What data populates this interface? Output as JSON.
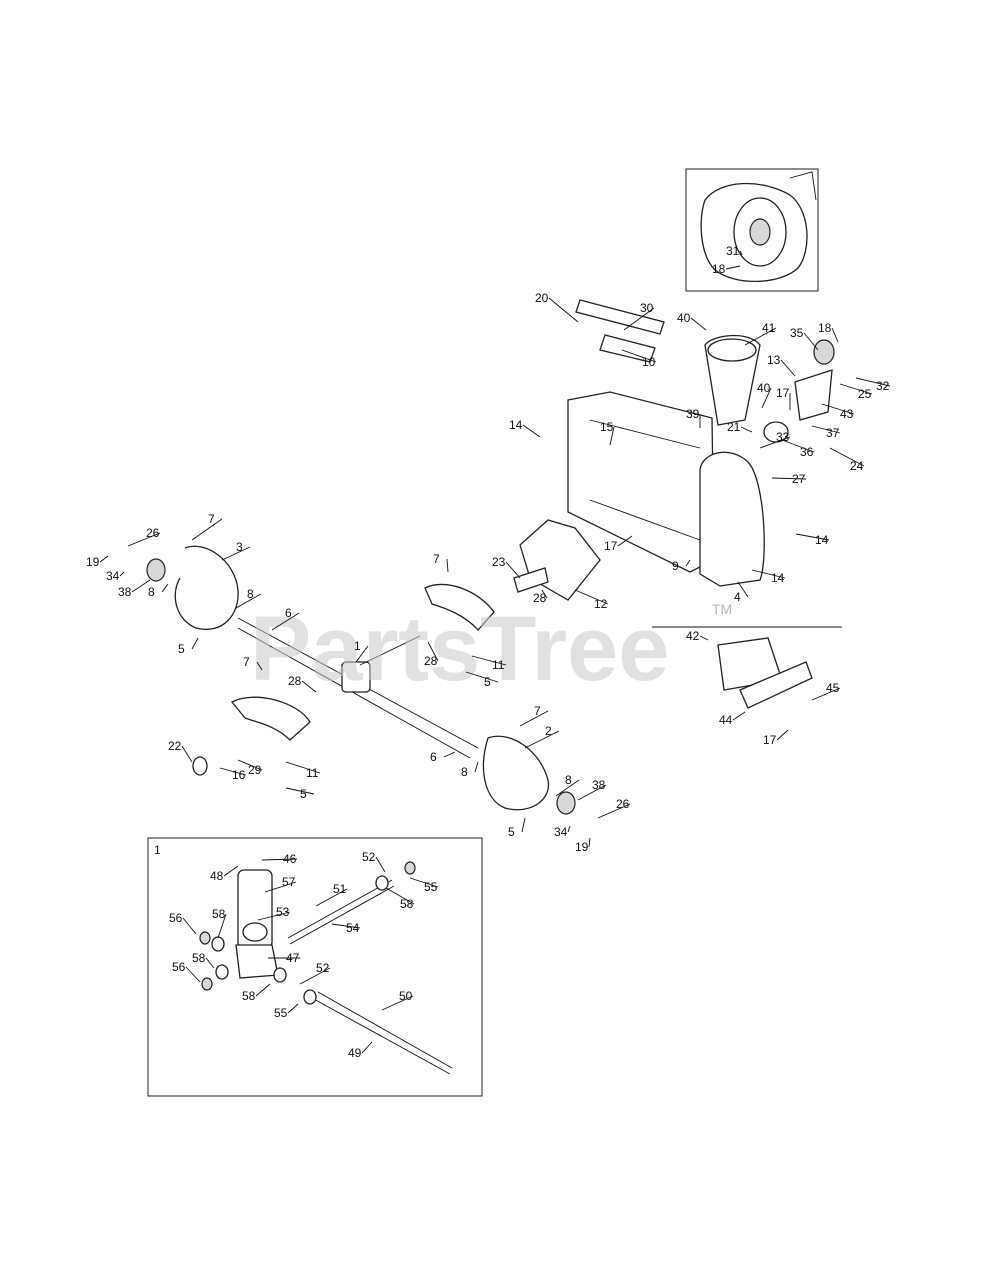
{
  "watermark": {
    "brand": "PartsTree",
    "mark": "TM"
  },
  "inset_box_label": "1",
  "callouts": [
    {
      "id": "c-20",
      "text": "20"
    },
    {
      "id": "c-30",
      "text": "30"
    },
    {
      "id": "c-10",
      "text": "10"
    },
    {
      "id": "c-40a",
      "text": "40"
    },
    {
      "id": "c-41",
      "text": "41"
    },
    {
      "id": "c-35",
      "text": "35"
    },
    {
      "id": "c-18a",
      "text": "18"
    },
    {
      "id": "c-13",
      "text": "13"
    },
    {
      "id": "c-32",
      "text": "32"
    },
    {
      "id": "c-25",
      "text": "25"
    },
    {
      "id": "c-40b",
      "text": "40"
    },
    {
      "id": "c-17a",
      "text": "17"
    },
    {
      "id": "c-43",
      "text": "43"
    },
    {
      "id": "c-39",
      "text": "39"
    },
    {
      "id": "c-21",
      "text": "21"
    },
    {
      "id": "c-14a",
      "text": "14"
    },
    {
      "id": "c-37",
      "text": "37"
    },
    {
      "id": "c-36",
      "text": "36"
    },
    {
      "id": "c-15",
      "text": "15"
    },
    {
      "id": "c-33",
      "text": "33"
    },
    {
      "id": "c-24",
      "text": "24"
    },
    {
      "id": "c-27",
      "text": "27"
    },
    {
      "id": "c-17b",
      "text": "17"
    },
    {
      "id": "c-14b",
      "text": "14"
    },
    {
      "id": "c-9",
      "text": "9"
    },
    {
      "id": "c-14c",
      "text": "14"
    },
    {
      "id": "c-23",
      "text": "23"
    },
    {
      "id": "c-28a",
      "text": "28"
    },
    {
      "id": "c-12",
      "text": "12"
    },
    {
      "id": "c-4",
      "text": "4"
    },
    {
      "id": "c-7a",
      "text": "7"
    },
    {
      "id": "c-26a",
      "text": "26"
    },
    {
      "id": "c-3",
      "text": "3"
    },
    {
      "id": "c-19a",
      "text": "19"
    },
    {
      "id": "c-34a",
      "text": "34"
    },
    {
      "id": "c-38a",
      "text": "38"
    },
    {
      "id": "c-8a",
      "text": "8"
    },
    {
      "id": "c-8b",
      "text": "8"
    },
    {
      "id": "c-6a",
      "text": "6"
    },
    {
      "id": "c-5a",
      "text": "5"
    },
    {
      "id": "c-7b",
      "text": "7"
    },
    {
      "id": "c-28b",
      "text": "28"
    },
    {
      "id": "c-11a",
      "text": "11"
    },
    {
      "id": "c-5b",
      "text": "5"
    },
    {
      "id": "c-1",
      "text": "1"
    },
    {
      "id": "c-7c",
      "text": "7"
    },
    {
      "id": "c-28c",
      "text": "28"
    },
    {
      "id": "c-22",
      "text": "22"
    },
    {
      "id": "c-16",
      "text": "16"
    },
    {
      "id": "c-29",
      "text": "29"
    },
    {
      "id": "c-11b",
      "text": "11"
    },
    {
      "id": "c-5c",
      "text": "5"
    },
    {
      "id": "c-7d",
      "text": "7"
    },
    {
      "id": "c-2",
      "text": "2"
    },
    {
      "id": "c-6b",
      "text": "6"
    },
    {
      "id": "c-8c",
      "text": "8"
    },
    {
      "id": "c-8d",
      "text": "8"
    },
    {
      "id": "c-38b",
      "text": "38"
    },
    {
      "id": "c-26b",
      "text": "26"
    },
    {
      "id": "c-34b",
      "text": "34"
    },
    {
      "id": "c-19b",
      "text": "19"
    },
    {
      "id": "c-5d",
      "text": "5"
    },
    {
      "id": "c-42",
      "text": "42"
    },
    {
      "id": "c-45",
      "text": "45"
    },
    {
      "id": "c-44",
      "text": "44"
    },
    {
      "id": "c-17c",
      "text": "17"
    },
    {
      "id": "c-31",
      "text": "31"
    },
    {
      "id": "c-18b",
      "text": "18"
    },
    {
      "id": "c-48",
      "text": "48"
    },
    {
      "id": "c-46",
      "text": "46"
    },
    {
      "id": "c-57",
      "text": "57"
    },
    {
      "id": "c-52a",
      "text": "52"
    },
    {
      "id": "c-55a",
      "text": "55"
    },
    {
      "id": "c-51",
      "text": "51"
    },
    {
      "id": "c-58a",
      "text": "58"
    },
    {
      "id": "c-56a",
      "text": "56"
    },
    {
      "id": "c-58b",
      "text": "58"
    },
    {
      "id": "c-53",
      "text": "53"
    },
    {
      "id": "c-54",
      "text": "54"
    },
    {
      "id": "c-47",
      "text": "47"
    },
    {
      "id": "c-56b",
      "text": "56"
    },
    {
      "id": "c-58c",
      "text": "58"
    },
    {
      "id": "c-58d",
      "text": "58"
    },
    {
      "id": "c-52b",
      "text": "52"
    },
    {
      "id": "c-50",
      "text": "50"
    },
    {
      "id": "c-55b",
      "text": "55"
    },
    {
      "id": "c-49",
      "text": "49"
    }
  ]
}
